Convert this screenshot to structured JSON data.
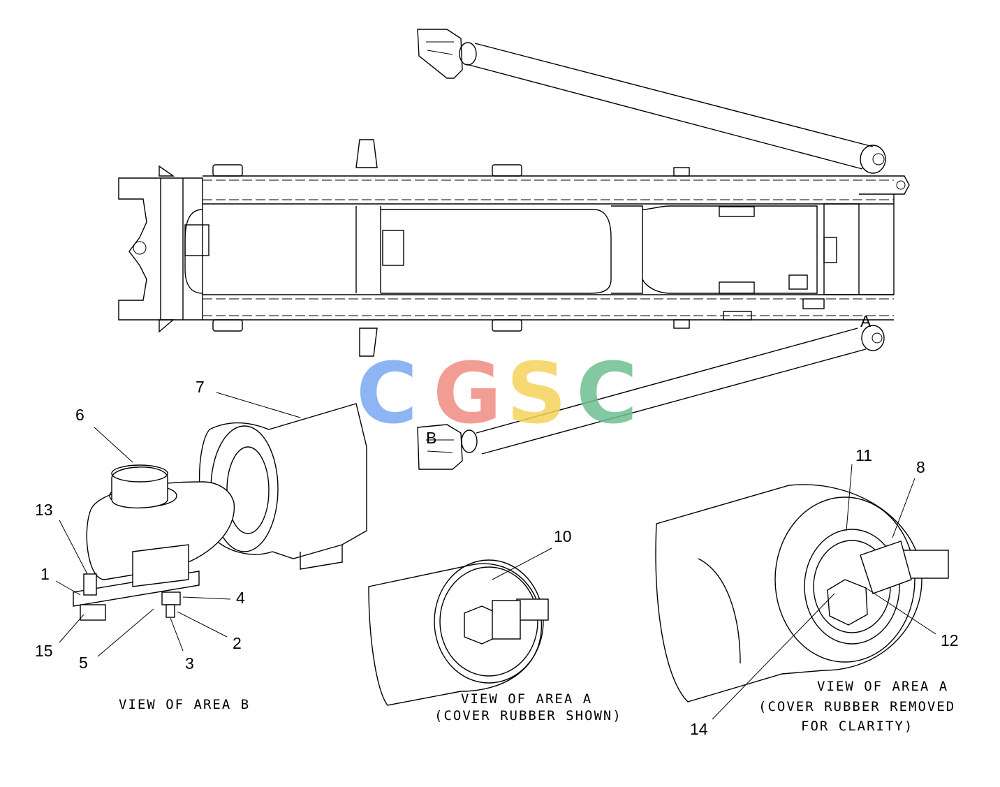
{
  "watermark": {
    "letters": [
      {
        "char": "C",
        "color": "#7aa8f2"
      },
      {
        "char": "G",
        "color": "#f08d82"
      },
      {
        "char": "S",
        "color": "#f6d35c"
      },
      {
        "char": "C",
        "color": "#6fbf92"
      }
    ]
  },
  "area_letters": {
    "a": "A",
    "b": "B"
  },
  "callouts": {
    "c1": "1",
    "c2": "2",
    "c3": "3",
    "c4": "4",
    "c5": "5",
    "c6": "6",
    "c7": "7",
    "c8": "8",
    "c10": "10",
    "c11": "11",
    "c12": "12",
    "c13": "13",
    "c14": "14",
    "c15": "15"
  },
  "captions": {
    "view_b": "VIEW OF AREA B",
    "view_a_cover": [
      "VIEW OF AREA A",
      "(COVER RUBBER SHOWN)"
    ],
    "view_a_removed": [
      "VIEW OF AREA A",
      "(COVER RUBBER REMOVED",
      "FOR CLARITY)"
    ]
  }
}
